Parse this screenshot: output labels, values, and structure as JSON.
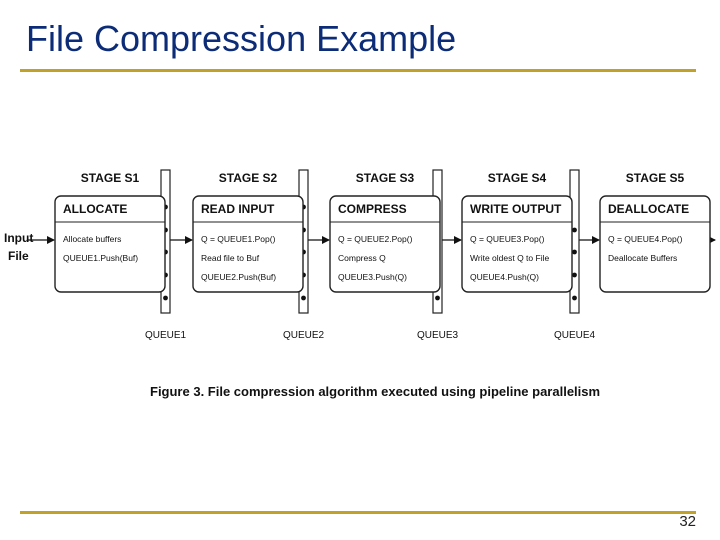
{
  "slide": {
    "title": "File Compression Example",
    "page_number": "32"
  },
  "diagram": {
    "input_label": [
      "Input",
      "File"
    ],
    "stages": [
      {
        "stage": "STAGE S1",
        "name": "ALLOCATE",
        "lines": [
          "Allocate buffers",
          "QUEUE1.Push(Buf)"
        ]
      },
      {
        "stage": "STAGE S2",
        "name": "READ INPUT",
        "lines": [
          "Q = QUEUE1.Pop()",
          "Read file to Buf",
          "QUEUE2.Push(Buf)"
        ]
      },
      {
        "stage": "STAGE S3",
        "name": "COMPRESS",
        "lines": [
          "Q = QUEUE2.Pop()",
          "Compress Q",
          "QUEUE3.Push(Q)"
        ]
      },
      {
        "stage": "STAGE S4",
        "name": "WRITE OUTPUT",
        "lines": [
          "Q = QUEUE3.Pop()",
          "Write oldest Q to File",
          "QUEUE4.Push(Q)"
        ]
      },
      {
        "stage": "STAGE S5",
        "name": "DEALLOCATE",
        "lines": [
          "Q = QUEUE4.Pop()",
          "Deallocate Buffers"
        ]
      }
    ],
    "queues": [
      "QUEUE1",
      "QUEUE2",
      "QUEUE3",
      "QUEUE4"
    ],
    "caption": "Figure 3. File compression algorithm executed using pipeline parallelism"
  }
}
